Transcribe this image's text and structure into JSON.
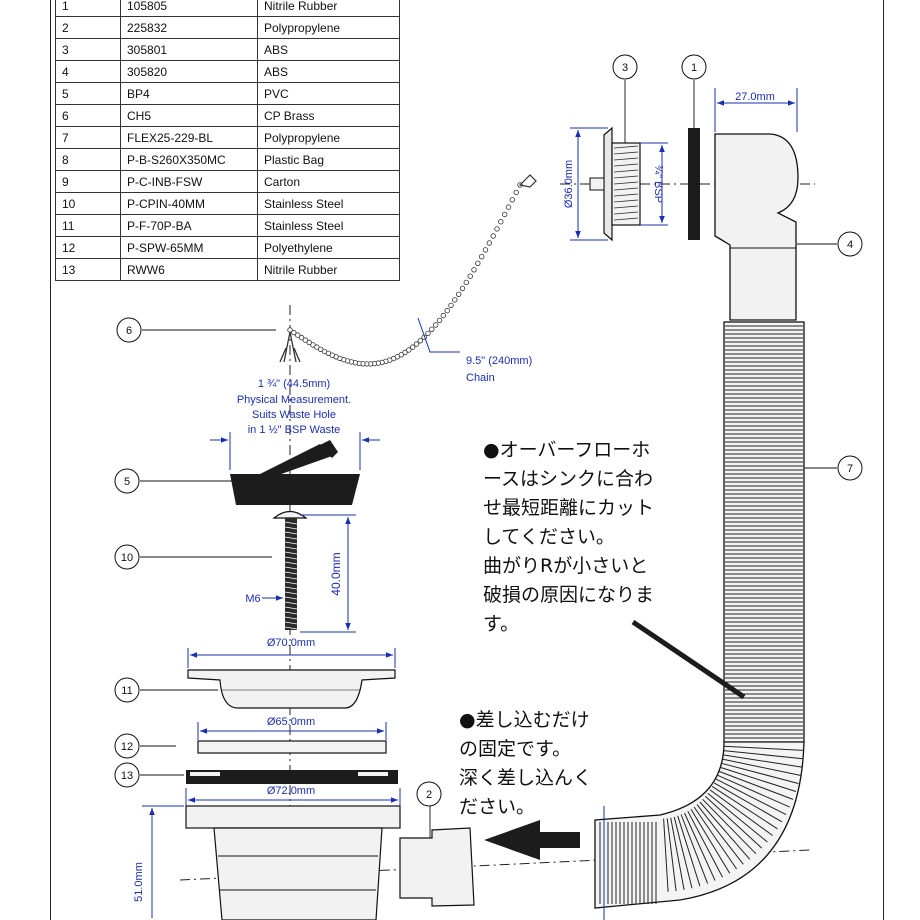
{
  "parts_table": [
    {
      "no": "1",
      "code": "105805",
      "material": "Nitrile Rubber"
    },
    {
      "no": "2",
      "code": "225832",
      "material": "Polypropylene"
    },
    {
      "no": "3",
      "code": "305801",
      "material": "ABS"
    },
    {
      "no": "4",
      "code": "305820",
      "material": "ABS"
    },
    {
      "no": "5",
      "code": "BP4",
      "material": "PVC"
    },
    {
      "no": "6",
      "code": "CH5",
      "material": "CP Brass"
    },
    {
      "no": "7",
      "code": "FLEX25-229-BL",
      "material": "Polypropylene"
    },
    {
      "no": "8",
      "code": "P-B-S260X350MC",
      "material": "Plastic Bag"
    },
    {
      "no": "9",
      "code": "P-C-INB-FSW",
      "material": "Carton"
    },
    {
      "no": "10",
      "code": "P-CPIN-40MM",
      "material": "Stainless Steel"
    },
    {
      "no": "11",
      "code": "P-F-70P-BA",
      "material": "Stainless Steel"
    },
    {
      "no": "12",
      "code": "P-SPW-65MM",
      "material": "Polyethylene"
    },
    {
      "no": "13",
      "code": "RWW6",
      "material": "Nitrile Rubber"
    }
  ],
  "callouts": [
    "1",
    "2",
    "3",
    "4",
    "5",
    "6",
    "7",
    "10",
    "11",
    "12",
    "13"
  ],
  "dimensions": {
    "overflow_width": "27.0mm",
    "overflow_diameter": "Ø36.0mm",
    "thread": "¾\" BSP",
    "chain_length": "9.5\" (240mm)",
    "chain_label": "Chain",
    "plug_size": "1 ¾\" (44.5mm)",
    "plug_note_1": "Physical Measurement.",
    "plug_note_2": "Suits Waste Hole",
    "plug_note_3": "in 1 ½\" BSP Waste",
    "screw_length": "40.0mm",
    "screw_thread": "M6",
    "flange_diameter": "Ø70.0mm",
    "washer_diameter": "Ø65.0mm",
    "body_diameter": "Ø72.0mm",
    "body_height": "51.0mm"
  },
  "notes": {
    "hose_note": "●オーバーフローホ\nースはシンクに合わ\nせ最短距離にカット\nしてください。\n曲がりRが小さいと\n破損の原因になりま\nす。",
    "insert_note": "●差し込むだけ\nの固定です。\n深く差し込んく\nださい。"
  },
  "colors": {
    "dimension": "#1a2fb0",
    "line": "#111111",
    "dark": "#1c1c1c",
    "part": "#eeeeee"
  }
}
